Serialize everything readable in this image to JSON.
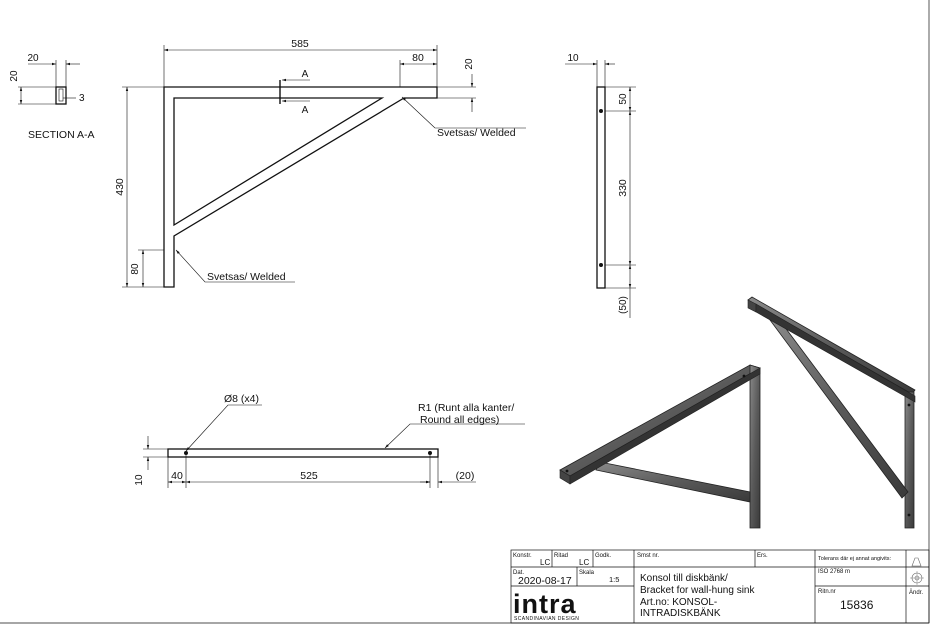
{
  "section": {
    "title": "SECTION A-A",
    "dim_width": "20",
    "dim_height": "20",
    "dim_thickness": "3"
  },
  "front_view": {
    "dim_overall_width": "585",
    "dim_top_segment": "80",
    "dim_bar_height": "20",
    "dim_overall_height": "430",
    "dim_lower_segment": "80",
    "section_mark_top": "A",
    "section_mark_bottom": "A",
    "weld_note_top": "Svetsas/ Welded",
    "weld_note_bottom": "Svetsas/ Welded"
  },
  "side_view": {
    "dim_width": "10",
    "dim_top": "50",
    "dim_hole_spacing": "330",
    "dim_bottom_ref": "(50)"
  },
  "bottom_view": {
    "hole_note": "Ø8 (x4)",
    "radius_note_line1": "R1 (Runt alla kanter/",
    "radius_note_line2": "Round all edges)",
    "dim_height": "10",
    "dim_start": "40",
    "dim_span": "525",
    "dim_end_ref": "(20)"
  },
  "title_block": {
    "konstr_label": "Konstr.",
    "konstr_value": "LC",
    "ritad_label": "Ritad",
    "ritad_value": "LC",
    "godk_label": "Godk.",
    "smst_label": "Smst nr.",
    "ers_label": "Ers.",
    "tolerance_label": "Tolerans där ej annat angivits:",
    "tolerance_value": "ISO 2768 m",
    "dat_label": "Dat.",
    "date_value": "2020-08-17",
    "skala_label": "Skala",
    "scale_value": "1:5",
    "title_line1": "Konsol till diskbänk/",
    "title_line2": "Bracket for wall-hung sink",
    "title_line3": "Art.no: KONSOL-",
    "title_line4": "INTRADISKBÄNK",
    "ritn_label": "Ritn.nr",
    "drawing_number": "15836",
    "andr_label": "Ändr.",
    "logo_text": "intra",
    "logo_tagline": "SCANDINAVIAN DESIGN"
  }
}
